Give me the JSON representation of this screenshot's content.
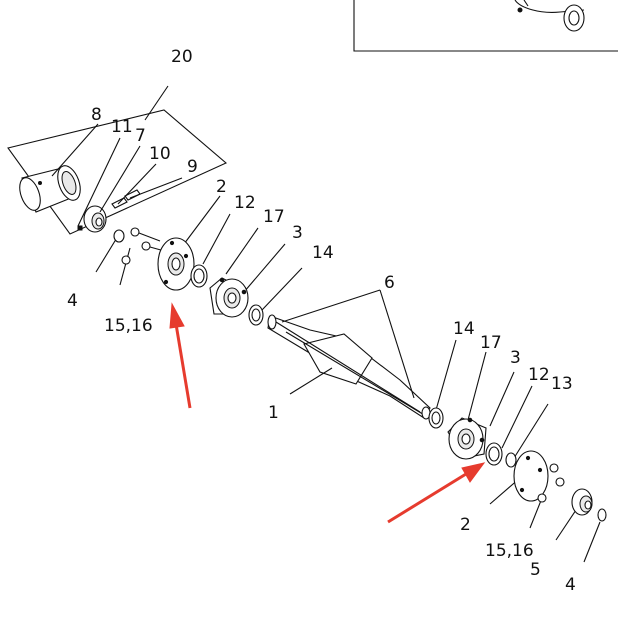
{
  "callouts": [
    {
      "id": "20",
      "text": "20"
    },
    {
      "id": "8",
      "text": "8"
    },
    {
      "id": "11",
      "text": "11"
    },
    {
      "id": "7",
      "text": "7"
    },
    {
      "id": "10",
      "text": "10"
    },
    {
      "id": "9",
      "text": "9"
    },
    {
      "id": "2a",
      "text": "2"
    },
    {
      "id": "12a",
      "text": "12"
    },
    {
      "id": "17a",
      "text": "17"
    },
    {
      "id": "3a",
      "text": "3"
    },
    {
      "id": "14a",
      "text": "14"
    },
    {
      "id": "4a",
      "text": "4"
    },
    {
      "id": "1516a",
      "text": "15,16"
    },
    {
      "id": "6",
      "text": "6"
    },
    {
      "id": "1",
      "text": "1"
    },
    {
      "id": "14b",
      "text": "14"
    },
    {
      "id": "17b",
      "text": "17"
    },
    {
      "id": "3b",
      "text": "3"
    },
    {
      "id": "12b",
      "text": "12"
    },
    {
      "id": "13",
      "text": "13"
    },
    {
      "id": "2b",
      "text": "2"
    },
    {
      "id": "1516b",
      "text": "15,16"
    },
    {
      "id": "5",
      "text": "5"
    },
    {
      "id": "4b",
      "text": "4"
    }
  ],
  "colors": {
    "line": "#111111",
    "arrow": "#e63b2e",
    "background": "#ffffff"
  }
}
